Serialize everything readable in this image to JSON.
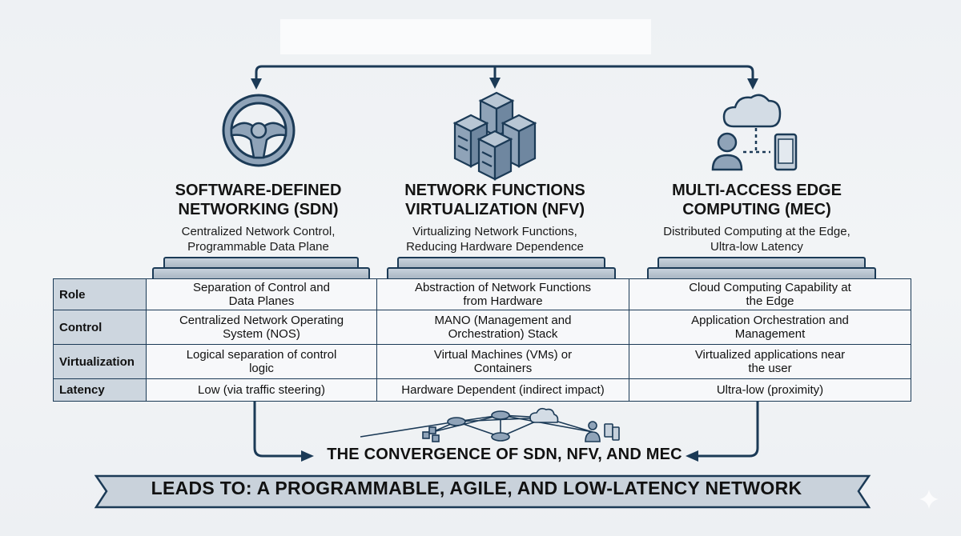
{
  "title_area": {
    "text": ""
  },
  "columns": [
    {
      "id": "sdn",
      "icon": "steering-wheel-icon",
      "title_line1": "SOFTWARE-DEFINED",
      "title_line2": "NETWORKING (SDN)",
      "subtitle_line1": "Centralized Network Control,",
      "subtitle_line2": "Programmable Data Plane"
    },
    {
      "id": "nfv",
      "icon": "server-stack-icon",
      "title_line1": "NETWORK FUNCTIONS",
      "title_line2": "VIRTUALIZATION (NFV)",
      "subtitle_line1": "Virtualizing Network Functions,",
      "subtitle_line2": "Reducing Hardware Dependence"
    },
    {
      "id": "mec",
      "icon": "cloud-user-device-icon",
      "title_line1": "MULTI-ACCESS EDGE",
      "title_line2": "COMPUTING (MEC)",
      "subtitle_line1": "Distributed Computing at the Edge,",
      "subtitle_line2": "Ultra-low Latency"
    }
  ],
  "table": {
    "rows": [
      {
        "label": "Role",
        "sdn": [
          "Separation of Control and",
          "Data Planes"
        ],
        "nfv": [
          "Abstraction of Network Functions",
          "from Hardware"
        ],
        "mec": [
          "Cloud Computing Capability at",
          "the Edge"
        ]
      },
      {
        "label": "Control",
        "sdn": [
          "Centralized Network Operating",
          "System (NOS)"
        ],
        "nfv": [
          "MANO (Management and",
          "Orchestration) Stack"
        ],
        "mec": [
          "Application Orchestration and",
          "Management"
        ]
      },
      {
        "label": "Virtualization",
        "sdn": [
          "Logical separation of control",
          "logic"
        ],
        "nfv": [
          "Virtual Machines (VMs) or",
          "Containers"
        ],
        "mec": [
          "Virtualized applications near",
          "the user"
        ]
      },
      {
        "label": "Latency",
        "sdn": [
          "Low (via traffic steering)"
        ],
        "nfv": [
          "Hardware Dependent (indirect impact)"
        ],
        "mec": [
          "Ultra-low (proximity)"
        ]
      }
    ]
  },
  "convergence": {
    "title": "THE CONVERGENCE OF SDN, NFV, AND MEC",
    "icon": "network-topology-icon"
  },
  "banner": {
    "text": "LEADS TO: A PROGRAMMABLE, AGILE, AND LOW-LATENCY NETWORK"
  },
  "colors": {
    "primary": "#1b3a56",
    "accent_fill": "#8fa3b8",
    "header_cell": "#cdd6df",
    "background": "#eff2f5"
  }
}
